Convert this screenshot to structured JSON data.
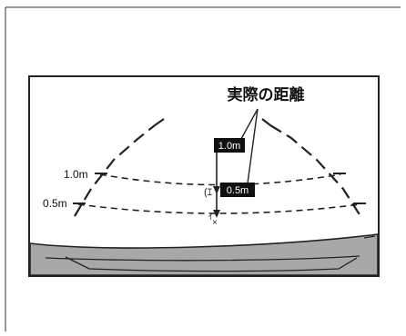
{
  "diagram": {
    "title_label": "実際の距離",
    "distance_tags": {
      "far": "1.0m",
      "near": "0.5m"
    },
    "guide_labels": {
      "far": "1.0m",
      "near": "0.5m"
    }
  }
}
